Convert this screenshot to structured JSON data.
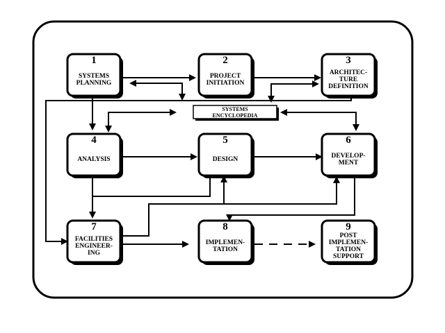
{
  "diagram": {
    "encyclopedia": {
      "line1": "SYSTEMS",
      "line2": "ENCYCLOPEDIA"
    },
    "boxes": [
      {
        "number": "1",
        "lines": [
          "SYSTEMS",
          "PLANNING"
        ]
      },
      {
        "number": "2",
        "lines": [
          "PROJECT",
          "INITIATION"
        ]
      },
      {
        "number": "3",
        "lines": [
          "ARCHITEC-",
          "TURE",
          "DEFINITION"
        ]
      },
      {
        "number": "4",
        "lines": [
          "ANALYSIS"
        ]
      },
      {
        "number": "5",
        "lines": [
          "DESIGN"
        ]
      },
      {
        "number": "6",
        "lines": [
          "DEVELOP-",
          "MENT"
        ]
      },
      {
        "number": "7",
        "lines": [
          "FACILITIES",
          "ENGINEER-",
          "ING"
        ]
      },
      {
        "number": "8",
        "lines": [
          "IMPLEMEN-",
          "TATION"
        ]
      },
      {
        "number": "9",
        "lines": [
          "POST",
          "IMPLEMEN-",
          "TATION",
          "SUPPORT"
        ]
      }
    ]
  }
}
